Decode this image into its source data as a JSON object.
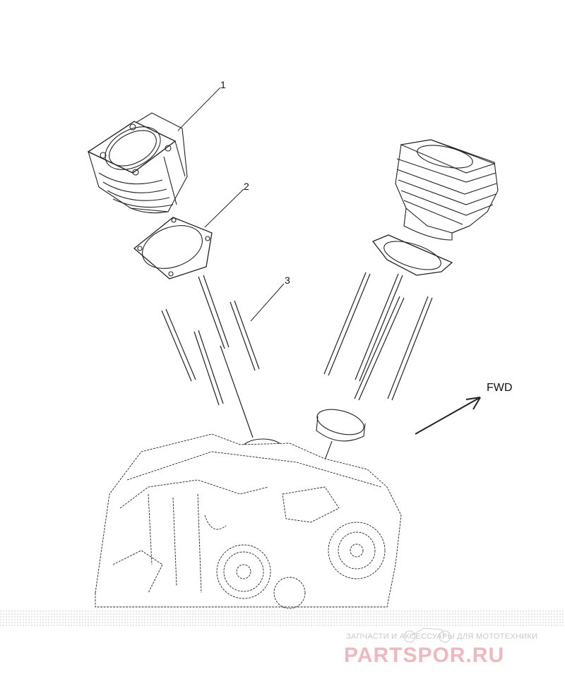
{
  "callouts": {
    "part_1": "1",
    "part_2": "2",
    "part_3": "3"
  },
  "direction_label": "FWD",
  "watermark": {
    "tagline": "ЗАПЧАСТИ И АКСЕССУАРЫ ДЛЯ МОТОТЕХНИКИ",
    "logo_text": "PARTSPOR.RU",
    "color": "#e8a0a8"
  }
}
